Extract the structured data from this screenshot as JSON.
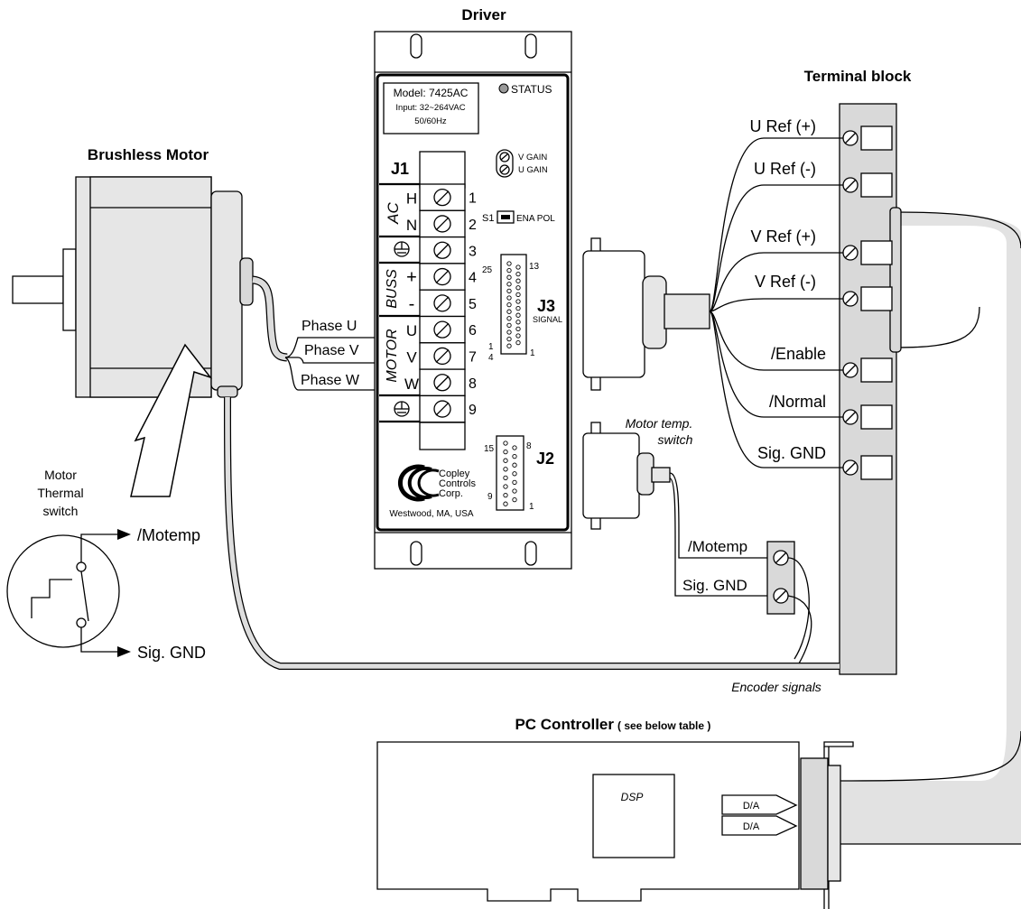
{
  "driver": {
    "title": "Driver",
    "model_line1": "Model:  7425AC",
    "model_line2": "Input: 32~264VAC",
    "model_line3": "50/60Hz",
    "status": "STATUS",
    "v_gain": "V  GAIN",
    "u_gain": "U  GAIN",
    "j1": "J1",
    "j2": "J2",
    "j3": "J3",
    "j3_sub": "SIGNAL",
    "s1": "S1",
    "ena_pol": "ENA POL",
    "group_ac": "AC",
    "group_buss": "BUSS",
    "group_motor": "MOTOR",
    "row_letters": [
      "H",
      "N",
      "+",
      "-",
      "U",
      "V",
      "W"
    ],
    "pin_numbers": [
      "1",
      "2",
      "3",
      "4",
      "5",
      "6",
      "7",
      "8",
      "9"
    ],
    "j3_pin25": "25",
    "j3_pin13": "13",
    "j3_pin14a": "1",
    "j3_pin14b": "4",
    "j3_pin1": "1",
    "j2_pin15": "15",
    "j2_pin8": "8",
    "j2_pin9": "9",
    "j2_pin1": "1",
    "logo_line1": "Copley",
    "logo_line2": "Controls",
    "logo_line3": "Corp.",
    "location": "Westwood, MA, USA"
  },
  "motor": {
    "title": "Brushless Motor",
    "phase_u": "Phase U",
    "phase_v": "Phase V",
    "phase_w": "Phase W",
    "thermal_line1": "Motor",
    "thermal_line2": "Thermal",
    "thermal_line3": "switch",
    "motemp": "/Motemp",
    "sig_gnd": "Sig. GND"
  },
  "terminal": {
    "title": "Terminal block",
    "labels": [
      "U Ref (+)",
      "U Ref (-)",
      "V Ref (+)",
      "V Ref (-)",
      "/Enable",
      "/Normal",
      "Sig. GND"
    ]
  },
  "temp_switch": {
    "line1": "Motor temp.",
    "line2": "switch",
    "motemp": "/Motemp",
    "sig_gnd": "Sig. GND"
  },
  "encoder": "Encoder signals",
  "pc": {
    "title": "PC Controller",
    "subtitle": "( see below table )",
    "dsp": "DSP",
    "da1": "D/A",
    "da2": "D/A"
  }
}
